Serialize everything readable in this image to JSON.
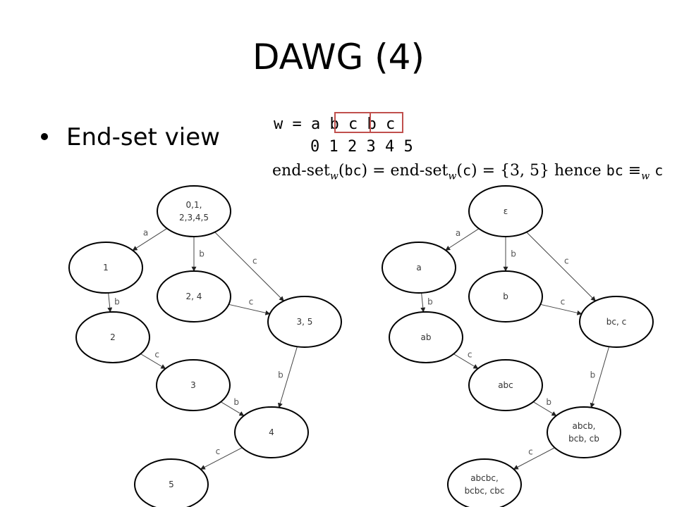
{
  "slide": {
    "title": "DAWG (4)",
    "bullet": "End-set view"
  },
  "word": {
    "prefix": "w = ",
    "letters": "a b c b c",
    "indices": "0 1 2 3 4 5"
  },
  "equation": {
    "part1": "end-set",
    "sub": "w",
    "arg1": "bc",
    "part2": ") = end-set",
    "arg2": "c",
    "part3": ") = {3, 5} hence ",
    "arg3": "bc",
    "equiv": " ≡",
    "arg4": "c"
  },
  "graph_left": {
    "nodes": [
      {
        "id": "L0",
        "lines": [
          "0,1,",
          "2,3,4,5"
        ]
      },
      {
        "id": "L1",
        "lines": [
          "1"
        ]
      },
      {
        "id": "L24",
        "lines": [
          "2, 4"
        ]
      },
      {
        "id": "L35",
        "lines": [
          "3, 5"
        ]
      },
      {
        "id": "L2",
        "lines": [
          "2"
        ]
      },
      {
        "id": "L3",
        "lines": [
          "3"
        ]
      },
      {
        "id": "L4",
        "lines": [
          "4"
        ]
      },
      {
        "id": "L5",
        "lines": [
          "5"
        ]
      }
    ],
    "edges": [
      {
        "from": "L0",
        "to": "L1",
        "label": "a"
      },
      {
        "from": "L0",
        "to": "L24",
        "label": "b"
      },
      {
        "from": "L0",
        "to": "L35",
        "label": "c"
      },
      {
        "from": "L1",
        "to": "L2",
        "label": "b"
      },
      {
        "from": "L24",
        "to": "L35",
        "label": "c"
      },
      {
        "from": "L2",
        "to": "L3",
        "label": "c"
      },
      {
        "from": "L35",
        "to": "L4",
        "label": "b"
      },
      {
        "from": "L3",
        "to": "L4",
        "label": "b"
      },
      {
        "from": "L4",
        "to": "L5",
        "label": "c"
      }
    ]
  },
  "graph_right": {
    "nodes": [
      {
        "id": "R0",
        "lines": [
          "ε"
        ]
      },
      {
        "id": "R1",
        "lines": [
          "a"
        ]
      },
      {
        "id": "R2",
        "lines": [
          "b"
        ]
      },
      {
        "id": "R3",
        "lines": [
          "bc, c"
        ]
      },
      {
        "id": "R4",
        "lines": [
          "ab"
        ]
      },
      {
        "id": "R5",
        "lines": [
          "abc"
        ]
      },
      {
        "id": "R6",
        "lines": [
          "abcb,",
          "bcb, cb"
        ]
      },
      {
        "id": "R7",
        "lines": [
          "abcbc,",
          "bcbc, cbc"
        ]
      }
    ],
    "edges": [
      {
        "from": "R0",
        "to": "R1",
        "label": "a"
      },
      {
        "from": "R0",
        "to": "R2",
        "label": "b"
      },
      {
        "from": "R0",
        "to": "R3",
        "label": "c"
      },
      {
        "from": "R1",
        "to": "R4",
        "label": "b"
      },
      {
        "from": "R2",
        "to": "R3",
        "label": "c"
      },
      {
        "from": "R4",
        "to": "R5",
        "label": "c"
      },
      {
        "from": "R3",
        "to": "R6",
        "label": "b"
      },
      {
        "from": "R5",
        "to": "R6",
        "label": "b"
      },
      {
        "from": "R6",
        "to": "R7",
        "label": "c"
      }
    ]
  }
}
